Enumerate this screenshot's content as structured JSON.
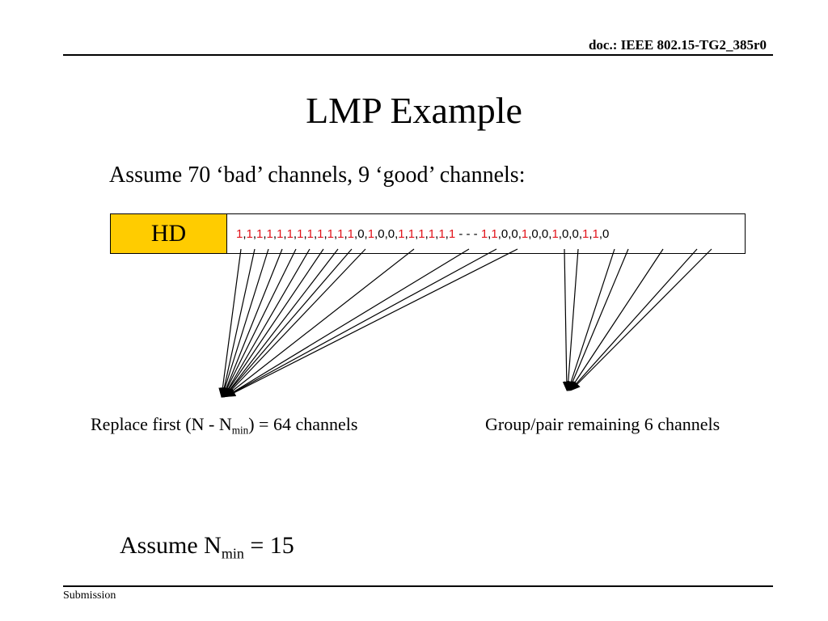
{
  "header": {
    "doc_id": "doc.: IEEE 802.15-TG2_385r0"
  },
  "title": "LMP Example",
  "subtitle": "Assume 70 ‘bad’ channels, 9 ‘good’ channels:",
  "hd_label": "HD",
  "sequence": {
    "colors": {
      "bad": "#e2141c",
      "good": "#000000",
      "hd_fill": "#ffcc00"
    },
    "tokens": [
      {
        "t": "1",
        "c": "bad"
      },
      {
        "t": ",",
        "c": "good"
      },
      {
        "t": "1",
        "c": "bad"
      },
      {
        "t": ",",
        "c": "good"
      },
      {
        "t": "1",
        "c": "bad"
      },
      {
        "t": ",",
        "c": "good"
      },
      {
        "t": "1",
        "c": "bad"
      },
      {
        "t": ",",
        "c": "good"
      },
      {
        "t": "1",
        "c": "bad"
      },
      {
        "t": ",",
        "c": "good"
      },
      {
        "t": "1",
        "c": "bad"
      },
      {
        "t": ",",
        "c": "good"
      },
      {
        "t": "1",
        "c": "bad"
      },
      {
        "t": ",",
        "c": "good"
      },
      {
        "t": "1",
        "c": "bad"
      },
      {
        "t": ",",
        "c": "good"
      },
      {
        "t": "1",
        "c": "bad"
      },
      {
        "t": ",",
        "c": "good"
      },
      {
        "t": "1",
        "c": "bad"
      },
      {
        "t": ",",
        "c": "good"
      },
      {
        "t": "1",
        "c": "bad"
      },
      {
        "t": ",",
        "c": "good"
      },
      {
        "t": "1",
        "c": "bad"
      },
      {
        "t": ",",
        "c": "good"
      },
      {
        "t": "0",
        "c": "good"
      },
      {
        "t": ",",
        "c": "good"
      },
      {
        "t": "1",
        "c": "bad"
      },
      {
        "t": ",",
        "c": "good"
      },
      {
        "t": "0",
        "c": "good"
      },
      {
        "t": ",",
        "c": "good"
      },
      {
        "t": "0",
        "c": "good"
      },
      {
        "t": ",",
        "c": "good"
      },
      {
        "t": "1",
        "c": "bad"
      },
      {
        "t": ",",
        "c": "good"
      },
      {
        "t": "1",
        "c": "bad"
      },
      {
        "t": ",",
        "c": "good"
      },
      {
        "t": "1",
        "c": "bad"
      },
      {
        "t": ",",
        "c": "good"
      },
      {
        "t": "1",
        "c": "bad"
      },
      {
        "t": ",",
        "c": "good"
      },
      {
        "t": "1",
        "c": "bad"
      },
      {
        "t": ",",
        "c": "good"
      },
      {
        "t": "1",
        "c": "bad"
      },
      {
        "t": " - - - ",
        "c": "good"
      },
      {
        "t": "1",
        "c": "bad"
      },
      {
        "t": ",",
        "c": "good"
      },
      {
        "t": "1",
        "c": "bad"
      },
      {
        "t": ",",
        "c": "good"
      },
      {
        "t": "0",
        "c": "good"
      },
      {
        "t": ",",
        "c": "good"
      },
      {
        "t": "0",
        "c": "good"
      },
      {
        "t": ",",
        "c": "good"
      },
      {
        "t": "1",
        "c": "bad"
      },
      {
        "t": ",",
        "c": "good"
      },
      {
        "t": "0",
        "c": "good"
      },
      {
        "t": ",",
        "c": "good"
      },
      {
        "t": "0",
        "c": "good"
      },
      {
        "t": ",",
        "c": "good"
      },
      {
        "t": "1",
        "c": "bad"
      },
      {
        "t": ",",
        "c": "good"
      },
      {
        "t": "0",
        "c": "good"
      },
      {
        "t": ",",
        "c": "good"
      },
      {
        "t": "0",
        "c": "good"
      },
      {
        "t": ",",
        "c": "good"
      },
      {
        "t": "1",
        "c": "bad"
      },
      {
        "t": ",",
        "c": "good"
      },
      {
        "t": "1",
        "c": "bad"
      },
      {
        "t": ",",
        "c": "good"
      },
      {
        "t": "0",
        "c": "good"
      }
    ]
  },
  "labels": {
    "left_prefix": "Replace first (N - N",
    "left_sub": "min",
    "left_suffix": ") = 64 channels",
    "right": "Group/pair remaining 6 channels"
  },
  "assume_nmin": {
    "prefix": "Assume N",
    "sub": "min",
    "suffix": " = 15"
  },
  "footer": {
    "text": "Submission"
  }
}
